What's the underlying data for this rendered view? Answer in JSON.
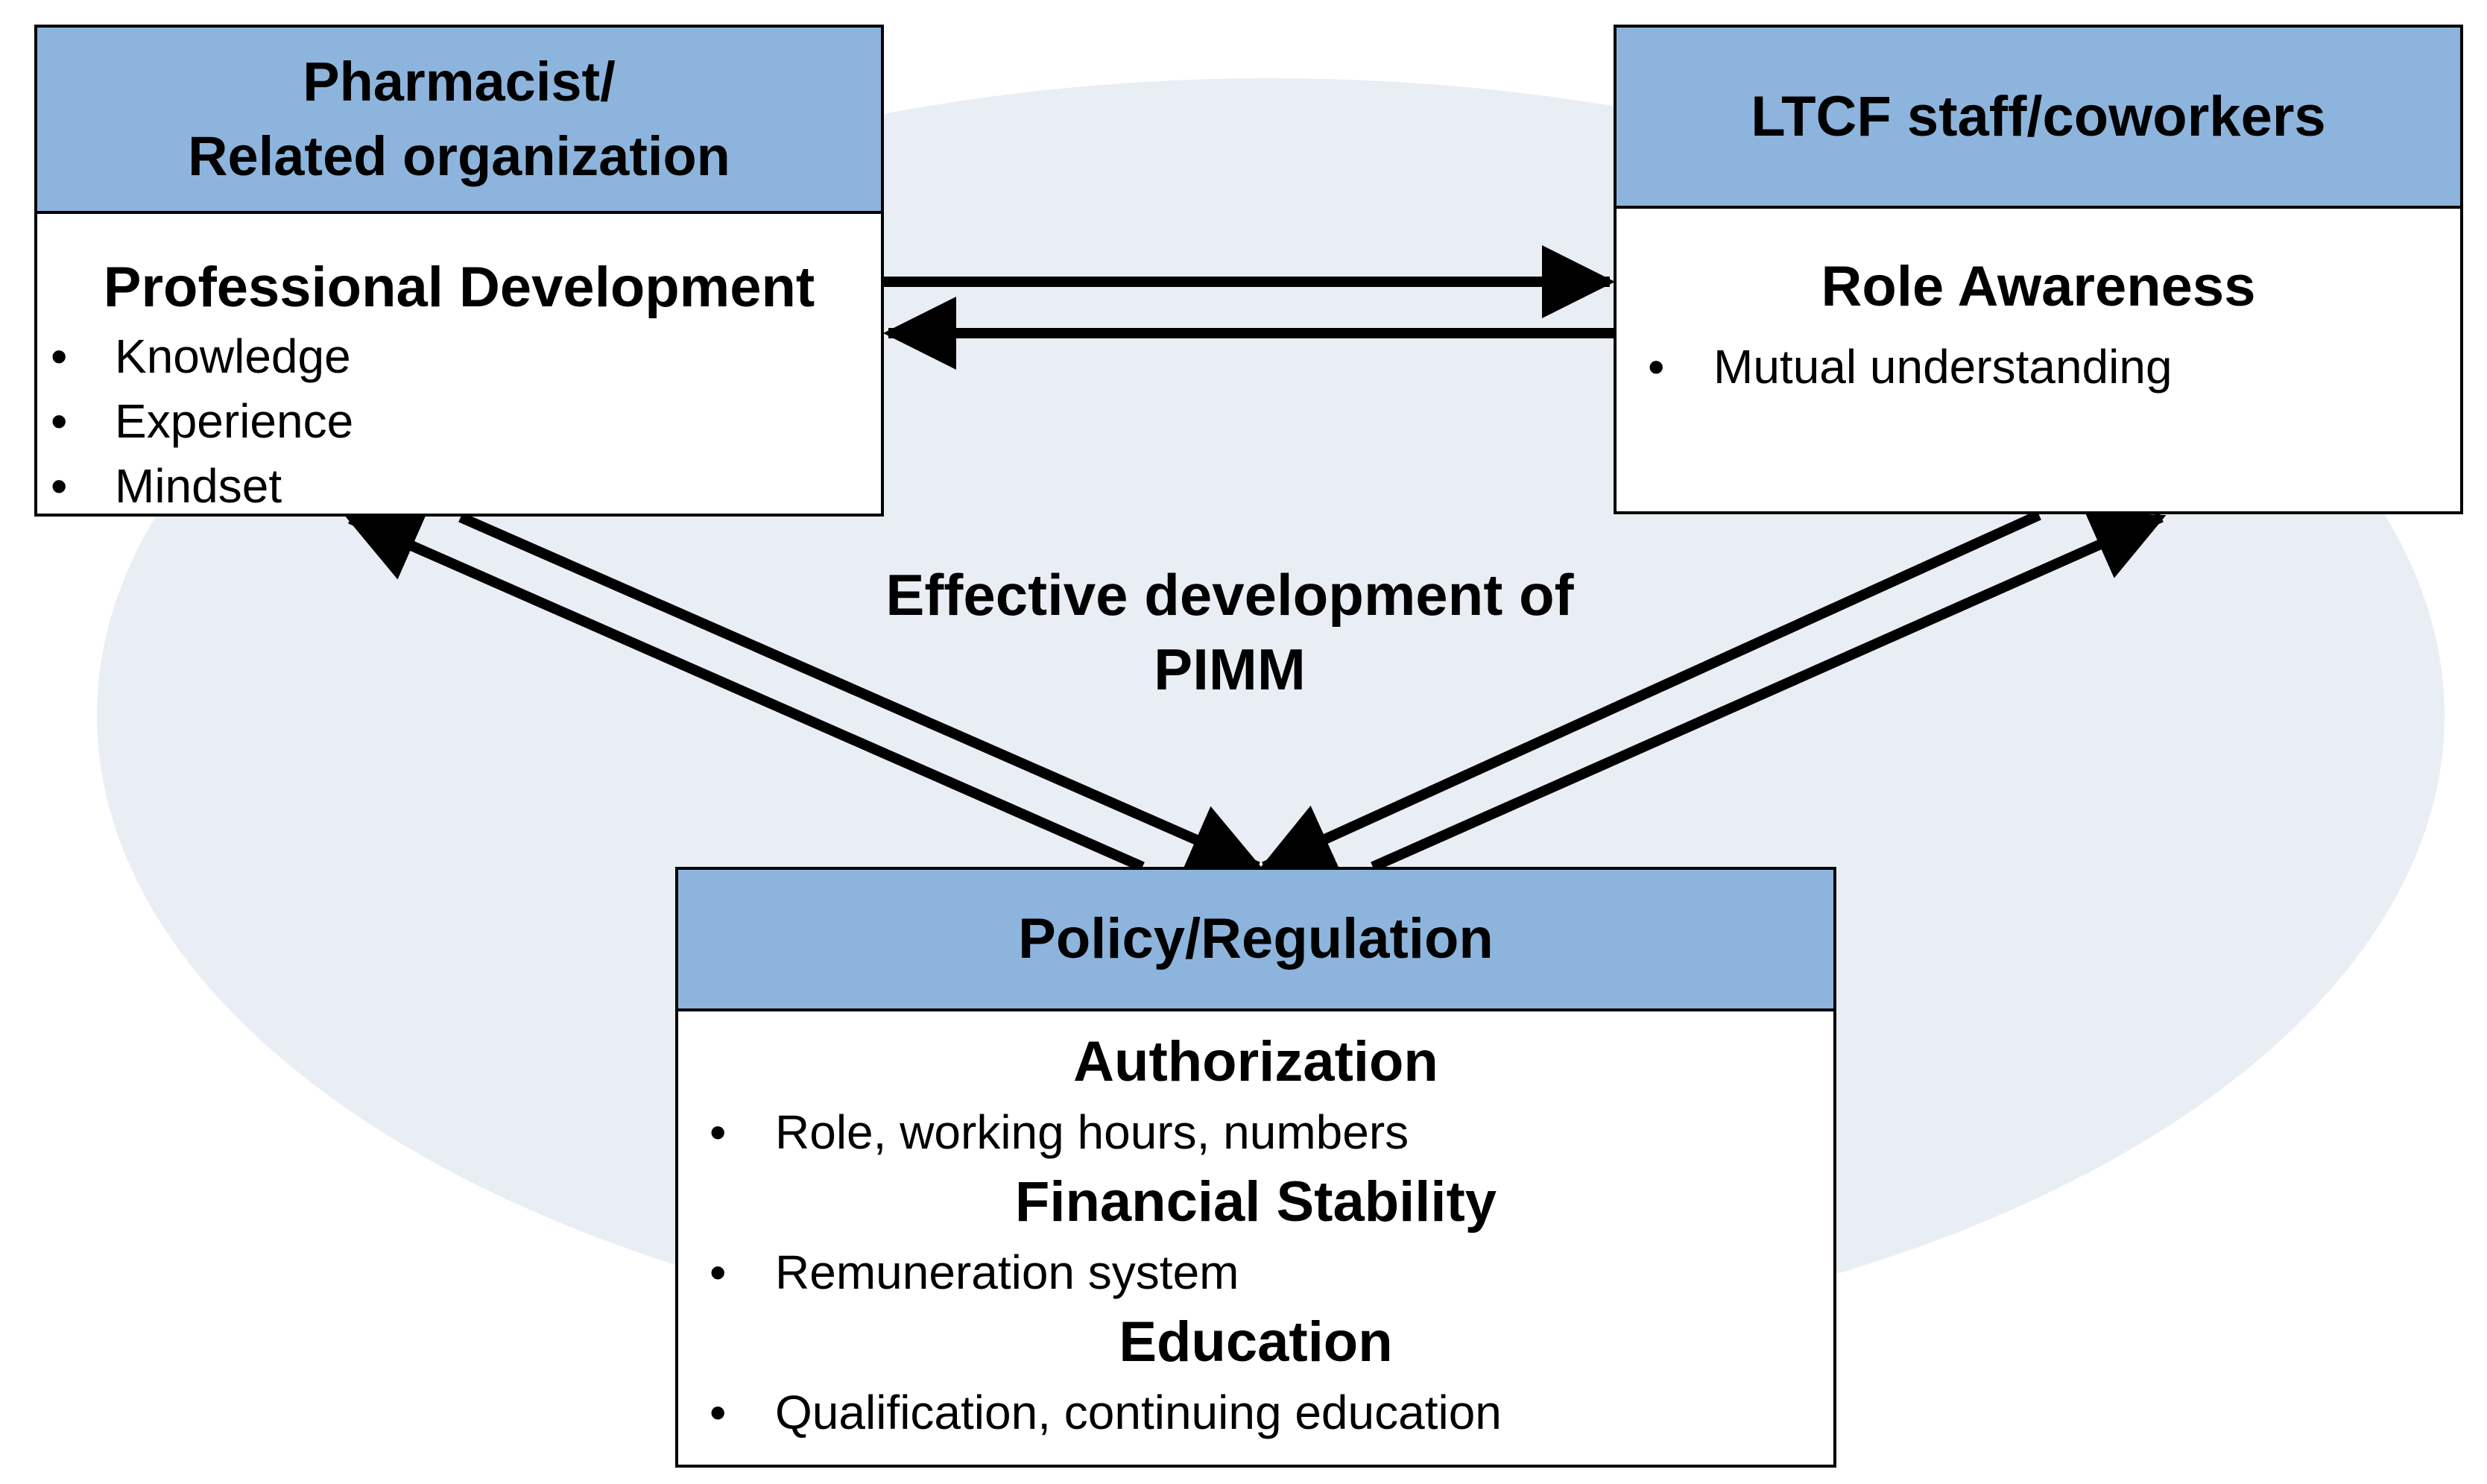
{
  "colors": {
    "header_fill": "#8DB4DC",
    "ellipse_fill": "#E9EEF5",
    "line": "#000000"
  },
  "pharmacist_box": {
    "header_line1": "Pharmacist/",
    "header_line2": "Related organization",
    "section_title": "Professional Development",
    "bullets": [
      "Knowledge",
      "Experience",
      "Mindset"
    ]
  },
  "ltcf_box": {
    "header": "LTCF staff/coworkers",
    "section_title": "Role Awareness",
    "bullets": [
      "Mutual understanding"
    ]
  },
  "policy_box": {
    "header": "Policy/Regulation",
    "sections": [
      {
        "title": "Authorization",
        "bullet": "Role, working hours, numbers"
      },
      {
        "title": "Financial Stability",
        "bullet": "Remuneration system"
      },
      {
        "title": "Education",
        "bullet": "Qualification, continuing education"
      }
    ]
  },
  "center_label": {
    "line1": "Effective development of",
    "line2": "PIMM"
  },
  "bullet_symbol": "•",
  "arrows": [
    {
      "from": "pharmacist_box",
      "to": "ltcf_box"
    },
    {
      "from": "ltcf_box",
      "to": "pharmacist_box"
    },
    {
      "from": "policy_box",
      "to": "pharmacist_box"
    },
    {
      "from": "pharmacist_box",
      "to": "policy_box"
    },
    {
      "from": "ltcf_box",
      "to": "policy_box"
    },
    {
      "from": "policy_box",
      "to": "ltcf_box"
    }
  ]
}
